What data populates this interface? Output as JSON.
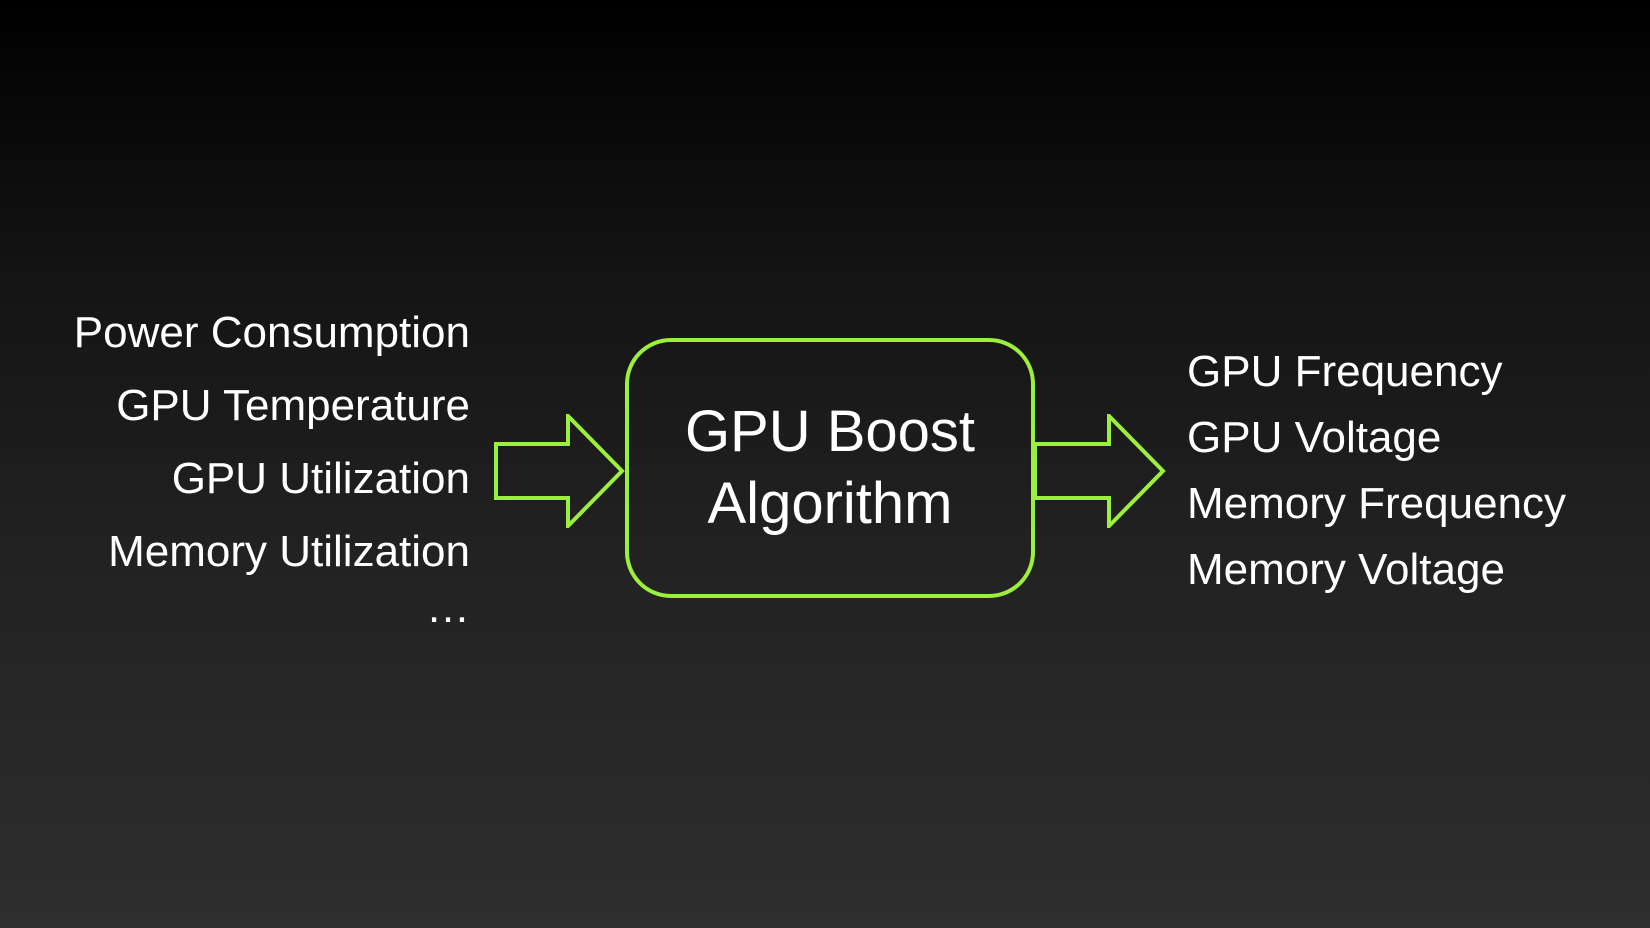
{
  "inputs": {
    "items": [
      "Power Consumption",
      "GPU Temperature",
      "GPU Utilization",
      "Memory Utilization"
    ],
    "more": "…"
  },
  "center": {
    "line1": "GPU Boost",
    "line2": "Algorithm"
  },
  "outputs": {
    "items": [
      "GPU Frequency",
      "GPU Voltage",
      "Memory Frequency",
      "Memory Voltage"
    ]
  },
  "colors": {
    "accent": "#9cf03c",
    "text": "#ffffff",
    "background_top": "#000000",
    "background_bottom": "#2e2e2e"
  }
}
